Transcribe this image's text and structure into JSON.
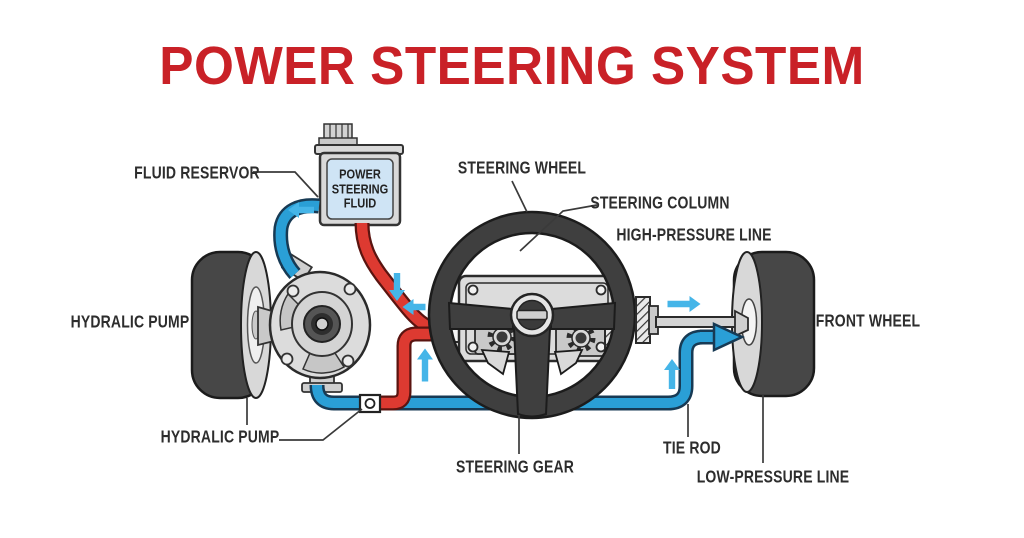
{
  "title": "POWER STEERING SYSTEM",
  "reservoir_label": "POWER\nSTEERING\nFLUID",
  "labels": {
    "fluid_reservoir": "FLUID RESERVOR",
    "steering_wheel": "STEERING WHEEL",
    "steering_column": "STEERING COLUMN",
    "high_pressure_line": "HIGH-PRESSURE LINE",
    "hydraulic_pump_left": "HYDRALIC PUMP",
    "front_wheel": "FRONT WHEEL",
    "hydraulic_pump_bottom": "HYDRALIC PUMP",
    "steering_gear": "STEERING GEAR",
    "tie_rod": "TIE ROD",
    "low_pressure_line": "LOW-PRESSURE LINE"
  },
  "colors": {
    "title_red": "#c92127",
    "label_text": "#2d2d2d",
    "tube_blue": "#2a9fd6",
    "tube_blue_outline": "#173a54",
    "tube_red": "#dd3a31",
    "tube_red_outline": "#5a1410",
    "arrow_blue": "#45b5e8",
    "reservoir_panel": "#cfe4f5",
    "leader_line": "#3a3a3a"
  }
}
